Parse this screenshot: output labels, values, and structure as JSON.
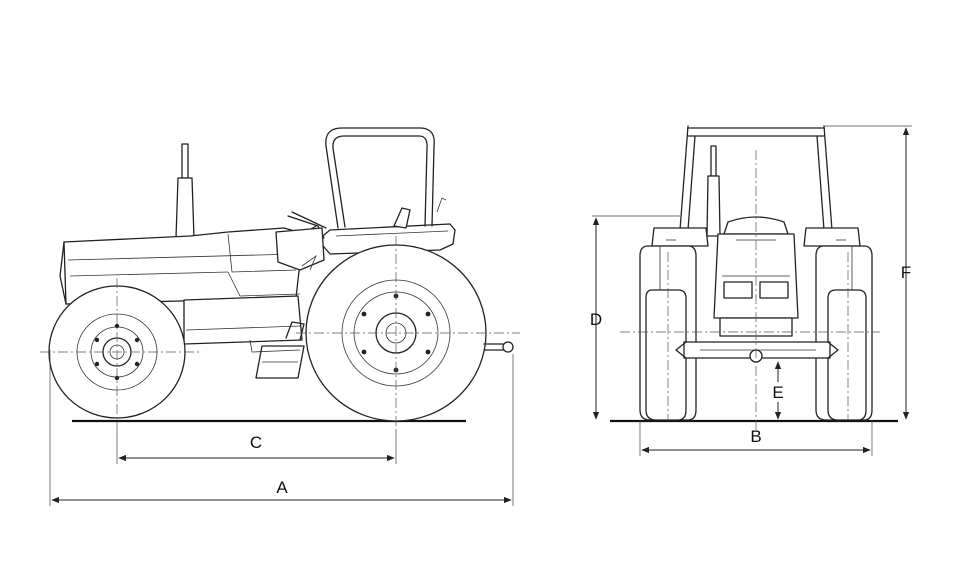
{
  "dimensions": {
    "a": "A",
    "b": "B",
    "c": "C",
    "d": "D",
    "e": "E",
    "f": "F"
  }
}
